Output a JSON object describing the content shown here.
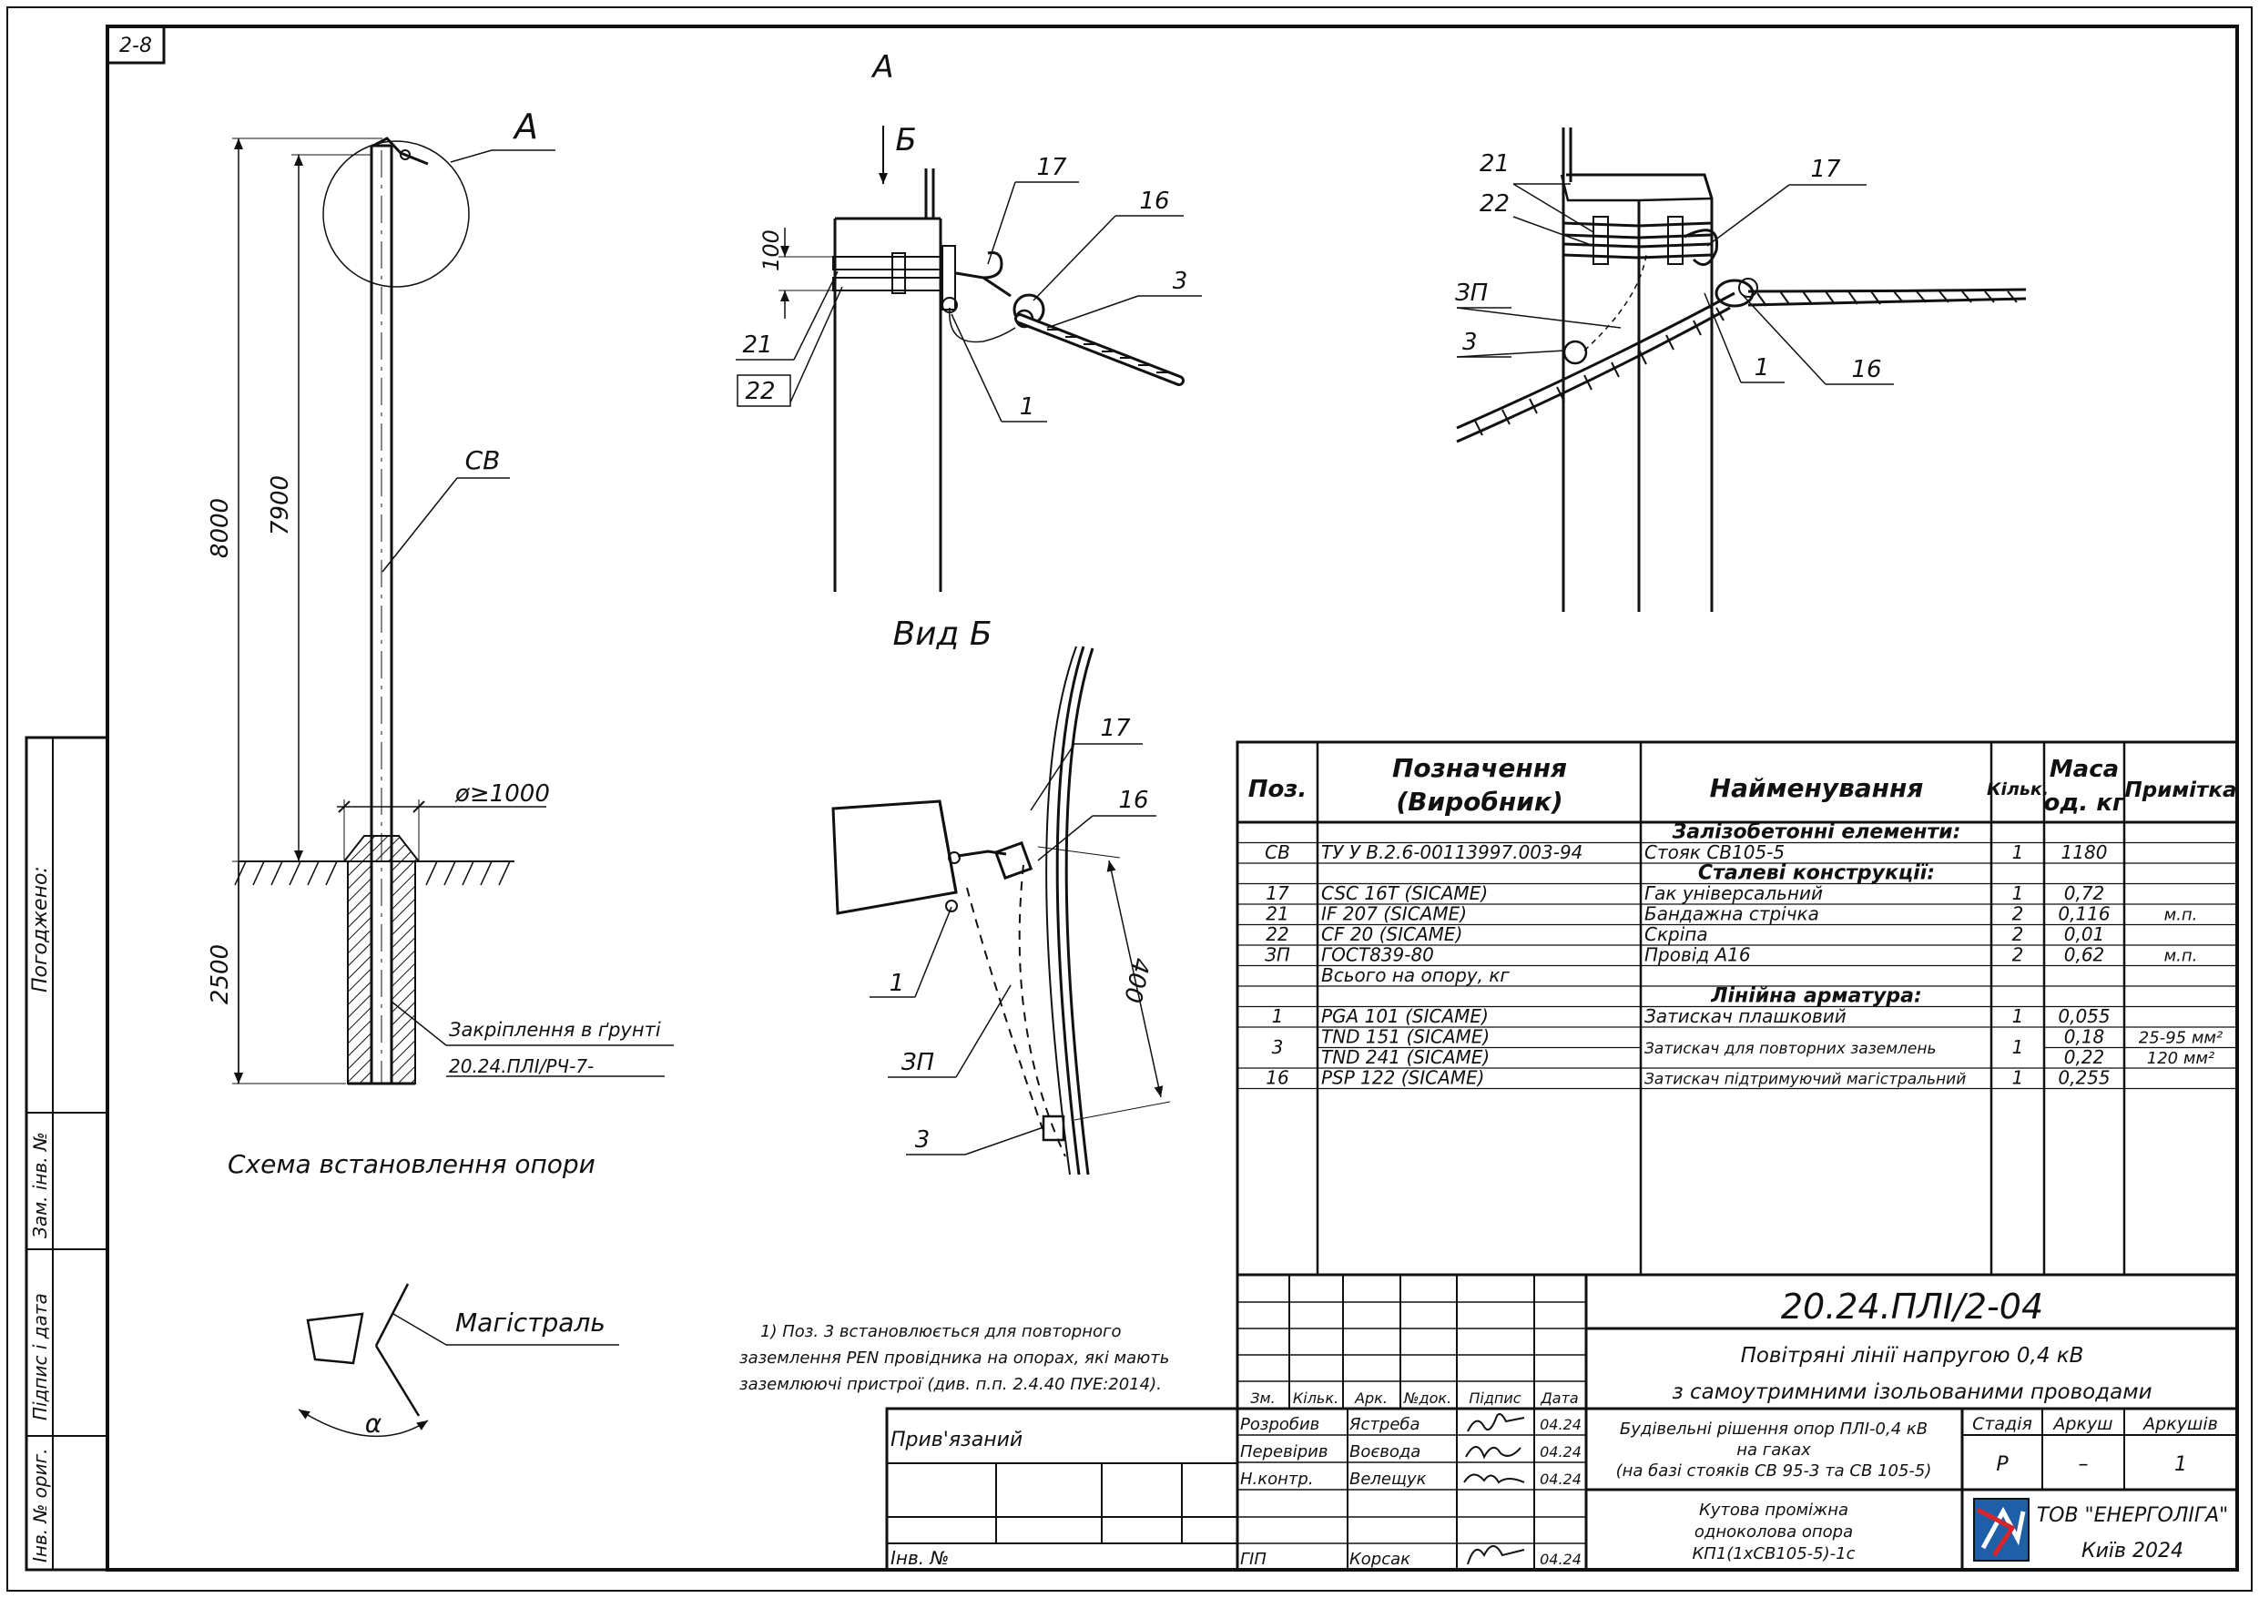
{
  "sheet_no": "2-8",
  "side_stamps": {
    "agreed": "Погоджено:",
    "inv_replaced": "Зам. інв. №",
    "sign_date": "Підпис і дата",
    "inv_orig": "Інв. № ориг."
  },
  "main_view": {
    "dim_total": "8000",
    "dim_above": "7900",
    "dim_below": "2500",
    "dim_diameter": "ø≥1000",
    "pole_label": "СВ",
    "detail_label": "А",
    "anchor_label": "Закріплення в ґрунті",
    "anchor_ref": "20.24.ПЛІ/РЧ-7-",
    "caption": "Схема встановлення опори"
  },
  "main_line_sketch": {
    "label": "Магістраль",
    "angle": "α"
  },
  "view_a": {
    "label_a": "А",
    "label_b": "Б",
    "dim_band": "100",
    "callouts": [
      "17",
      "16",
      "3",
      "21",
      "22",
      "1"
    ]
  },
  "view_3d": {
    "callouts": [
      "21",
      "22",
      "17",
      "ЗП",
      "3",
      "1",
      "16"
    ]
  },
  "view_b": {
    "title": "Вид Б",
    "dim_400": "400",
    "callouts": [
      "17",
      "16",
      "1",
      "ЗП",
      "3"
    ]
  },
  "note": [
    "1) Поз. 3 встановлюється для повторного",
    "заземлення PEN провідника на опорах, які мають",
    "заземлюючі пристрої (див. п.п. 2.4.40 ПУЕ:2014)."
  ],
  "spec_table": {
    "headers": [
      "Поз.",
      "Позначення",
      "(Виробник)",
      "Найменування",
      "Кільк.",
      "Маса",
      "од. кг",
      "Примітка"
    ],
    "rows": [
      {
        "section": "Залізобетонні елементи:"
      },
      {
        "pos": "СВ",
        "code": "ТУ У В.2.6-00113997.003-94",
        "name": "Стояк СВ105-5",
        "qty": "1",
        "mass": "1180",
        "note": ""
      },
      {
        "section": "Сталеві конструкції:"
      },
      {
        "pos": "17",
        "code": "CSC 16T   (SICAME)",
        "name": "Гак універсальний",
        "qty": "1",
        "mass": "0,72",
        "note": ""
      },
      {
        "pos": "21",
        "code": "IF 207   (SICAME)",
        "name": "Бандажна стрічка",
        "qty": "2",
        "mass": "0,116",
        "note": "м.п."
      },
      {
        "pos": "22",
        "code": "CF 20   (SICAME)",
        "name": "Скріпа",
        "qty": "2",
        "mass": "0,01",
        "note": ""
      },
      {
        "pos": "ЗП",
        "code": "ГОСТ839-80",
        "name": "Провід А16",
        "qty": "2",
        "mass": "0,62",
        "note": "м.п."
      },
      {
        "pos": "",
        "code": "Всього на опору, кг",
        "name": "",
        "qty": "",
        "mass": "",
        "note": ""
      },
      {
        "section": "Лінійна арматура:"
      },
      {
        "pos": "1",
        "code": "PGA 101   (SICAME)",
        "name": "Затискач плашковий",
        "qty": "1",
        "mass": "0,055",
        "note": ""
      },
      {
        "pos": "3",
        "code": "TND 151   (SICAME)",
        "name": "Затискач для повторних заземлень",
        "qty": "1",
        "mass": "0,18",
        "note": "25-95 мм²"
      },
      {
        "pos": "",
        "code": "TND 241   (SICAME)",
        "name": "",
        "qty": "",
        "mass": "0,22",
        "note": "120 мм²"
      },
      {
        "pos": "16",
        "code": "PSP 122   (SICAME)",
        "name": "Затискач підтримуючий магістральний",
        "qty": "1",
        "mass": "0,255",
        "note": ""
      }
    ]
  },
  "title_block": {
    "doc_code": "20.24.ПЛІ/2-04",
    "title_line1": "Повітряні лінії напругою 0,4 кВ",
    "title_line2": "з самоутримними ізольованими проводами",
    "col_heads": [
      "Зм.",
      "Кільк.",
      "Арк.",
      "№док.",
      "Підпис",
      "Дата"
    ],
    "roles": [
      {
        "role": "Розробив",
        "name": "Ястреба",
        "date": "04.24"
      },
      {
        "role": "Перевірив",
        "name": "Воєвода",
        "date": "04.24"
      },
      {
        "role": "Н.контр.",
        "name": "Велещук",
        "date": "04.24"
      },
      {
        "role": "ГІП",
        "name": "Корсак",
        "date": "04.24"
      }
    ],
    "privyazanyi": "Прив'язаний",
    "inv_no": "Інв. №",
    "project_desc": [
      "Будівельні рішення опор ПЛІ-0,4 кВ",
      "на гаках",
      "(на базі стояків СВ 95-3 та СВ 105-5)"
    ],
    "stage_heads": [
      "Стадія",
      "Аркуш",
      "Аркушів"
    ],
    "stage_vals": [
      "Р",
      "–",
      "1"
    ],
    "sheet_desc": [
      "Кутова проміжна",
      "одноколова опора",
      "КП1(1хСВ105-5)-1с"
    ],
    "company": "ТОВ \"ЕНЕРГОЛІГА\"",
    "city": "Київ 2024",
    "logo_color": "#1f5fa8",
    "logo_accent": "#d6262b"
  }
}
